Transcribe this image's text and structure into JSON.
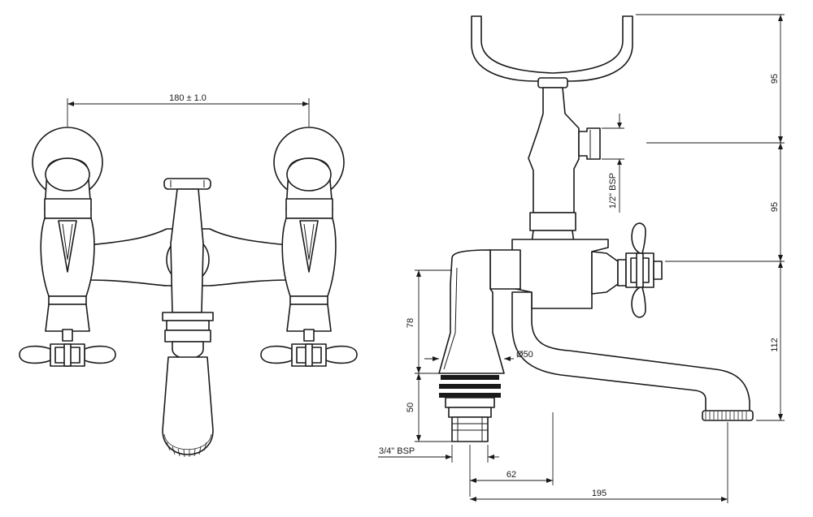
{
  "dimensions": {
    "centres": "180 ± 1.0",
    "height_top": "95",
    "height_mid": "95",
    "height_spout": "112",
    "body_height": "78",
    "tail_height": "50",
    "outlet_thread": "1/2\" BSP",
    "inlet_thread": "3/4\" BSP",
    "base_diameter": "Ø50",
    "offset": "62",
    "reach": "195"
  }
}
